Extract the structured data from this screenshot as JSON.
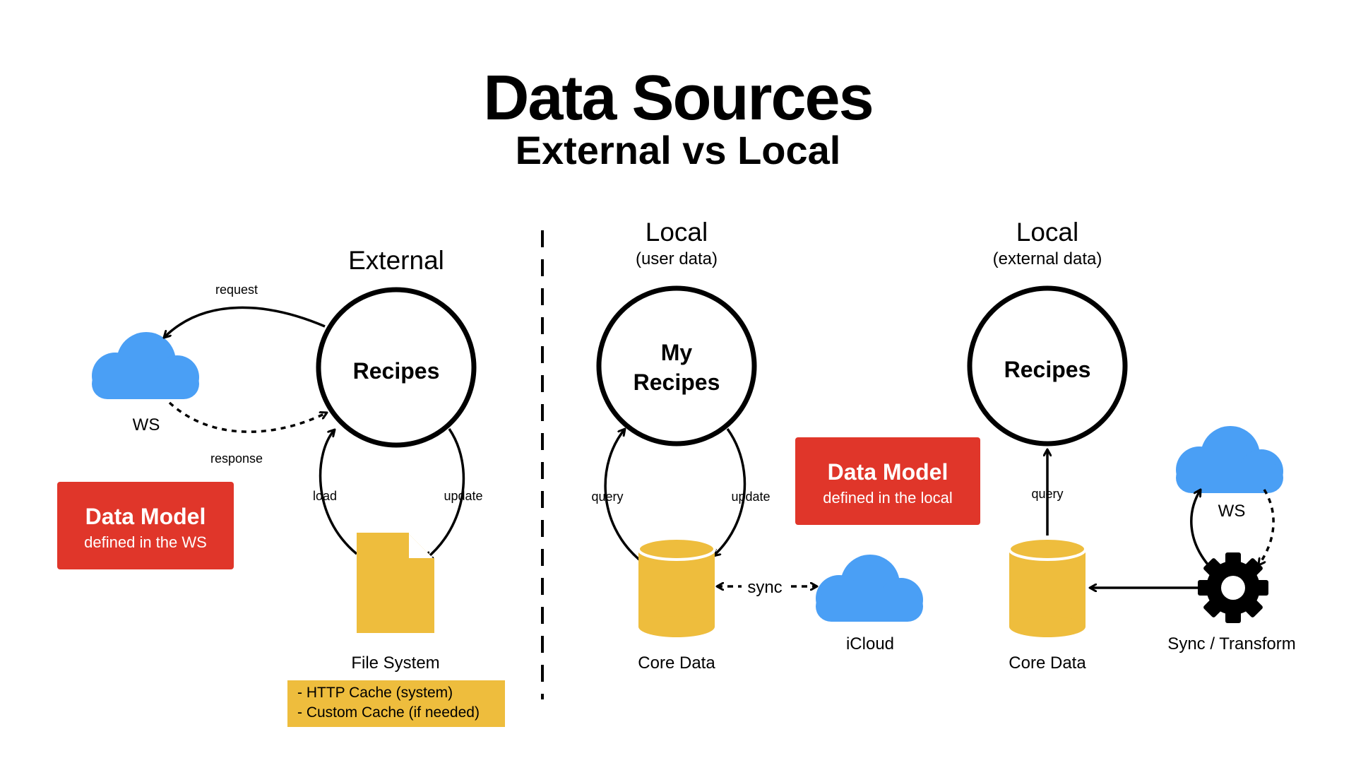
{
  "header": {
    "title": "Data Sources",
    "subtitle": "External vs Local"
  },
  "colors": {
    "cloud": "#4a9ff5",
    "storage": "#eebd3d",
    "data_model": "#e0362a",
    "ink": "#000000"
  },
  "external": {
    "heading": "External",
    "node": "Recipes",
    "cloud_label": "WS",
    "cloud_icon": "cloud-icon",
    "edge_request": "request",
    "edge_response": "response",
    "edge_load": "load",
    "edge_update": "update",
    "file_label": "File System",
    "file_icon": "file-icon",
    "data_model_title": "Data Model",
    "data_model_sub": "defined in the WS",
    "cache_notes": [
      "- HTTP Cache (system)",
      "- Custom Cache (if needed)"
    ]
  },
  "local_user": {
    "heading": "Local",
    "subheading": "(user data)",
    "node_lines": [
      "My",
      "Recipes"
    ],
    "edge_query": "query",
    "edge_update": "update",
    "db_label": "Core Data",
    "db_icon": "database-icon",
    "edge_sync": "sync",
    "cloud_label": "iCloud",
    "cloud_icon": "cloud-icon",
    "data_model_title": "Data Model",
    "data_model_sub": "defined in the local"
  },
  "local_external": {
    "heading": "Local",
    "subheading": "(external data)",
    "node": "Recipes",
    "edge_query": "query",
    "db_label": "Core Data",
    "db_icon": "database-icon",
    "cloud_label": "WS",
    "cloud_icon": "cloud-icon",
    "gear_label": "Sync / Transform",
    "gear_icon": "gear-icon"
  }
}
